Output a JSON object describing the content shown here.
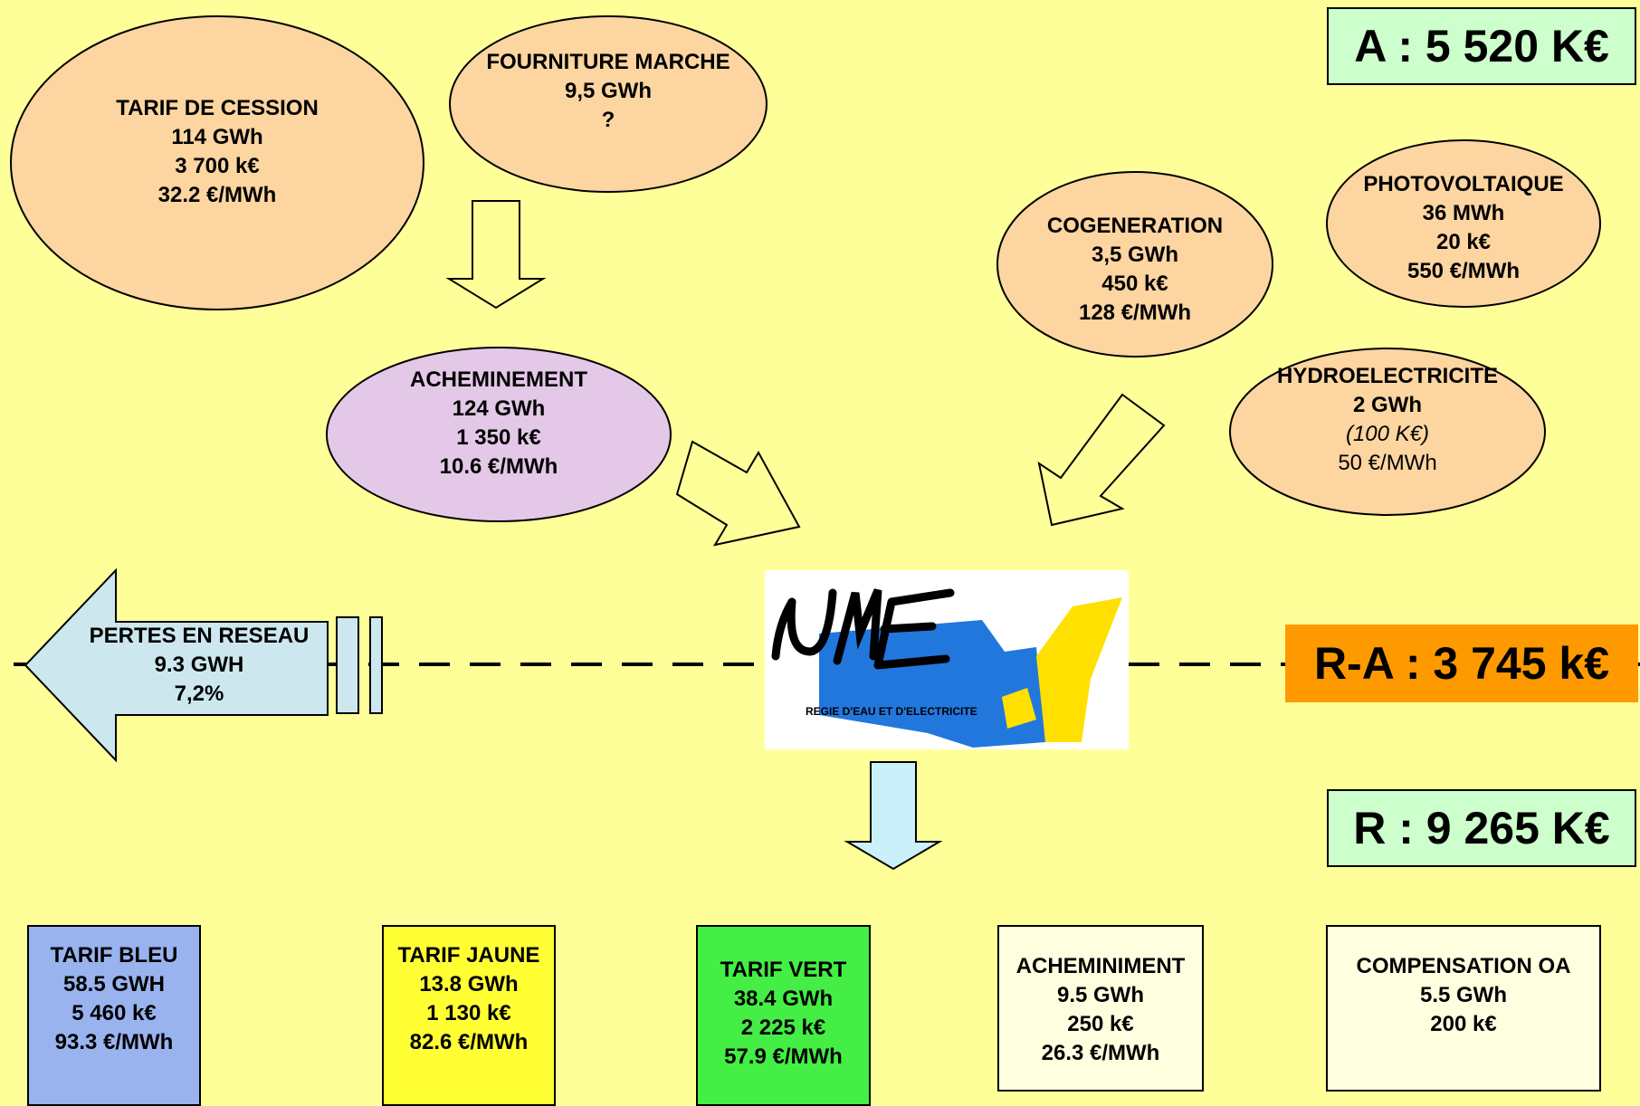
{
  "sources": {
    "tarif_cession": {
      "title": "TARIF DE CESSION",
      "energy": "114 GWh",
      "cost": "3 700 k€",
      "price": "32.2 €/MWh"
    },
    "fourniture_marche": {
      "title": "FOURNITURE MARCHE",
      "energy": "9,5 GWh",
      "cost": "?"
    },
    "acheminement": {
      "title": "ACHEMINEMENT",
      "energy": "124 GWh",
      "cost": "1 350 k€",
      "price": "10.6 €/MWh"
    },
    "cogeneration": {
      "title": "COGENERATION",
      "energy": "3,5 GWh",
      "cost": "450 k€",
      "price": "128 €/MWh"
    },
    "photovoltaique": {
      "title": "PHOTOVOLTAIQUE",
      "energy": "36 MWh",
      "cost": "20 k€",
      "price": "550 €/MWh"
    },
    "hydroelectricite": {
      "title": "HYDROELECTRICITE",
      "energy": "2 GWh",
      "cost": "(100 K€)",
      "price": "50 €/MWh"
    }
  },
  "losses": {
    "title": "PERTES EN RESEAU",
    "energy": "9.3 GWH",
    "percent": "7,2%"
  },
  "logo": {
    "text": "UME",
    "subtitle": "REGIE D'EAU ET D'ELECTRICITE"
  },
  "totals": {
    "a": "A : 5 520 K€",
    "ra": "R-A : 3 745 k€",
    "r": "R : 9 265 K€"
  },
  "colors": {
    "background": "#FFFF99",
    "source_ellipse": "#FCD5A0",
    "acheminement_ellipse": "#E4C8E8",
    "losses_arrow": "#CCE8EE",
    "down_arrow": "#CCF0FA",
    "kpi_green": "#CCFFCC",
    "kpi_orange": "#FF9900"
  },
  "outputs": [
    {
      "title": "TARIF BLEU",
      "energy": "58.5 GWH",
      "cost": "5 460 k€",
      "price": "93.3 €/MWh",
      "color": "#99B3EE"
    },
    {
      "title": "TARIF JAUNE",
      "energy": "13.8 GWh",
      "cost": "1 130 k€",
      "price": "82.6 €/MWh",
      "color": "#FFFF33"
    },
    {
      "title": "TARIF VERT",
      "energy": "38.4 GWh",
      "cost": "2 225 k€",
      "price": "57.9 €/MWh",
      "color": "#44EE44"
    },
    {
      "title": "ACHEMINIMENT",
      "energy": "9.5 GWh",
      "cost": "250 k€",
      "price": "26.3 €/MWh",
      "color": "#FFFFE0"
    },
    {
      "title": "COMPENSATION OA",
      "energy": "5.5 GWh",
      "cost": "200 k€",
      "color": "#FFFFE0"
    }
  ]
}
